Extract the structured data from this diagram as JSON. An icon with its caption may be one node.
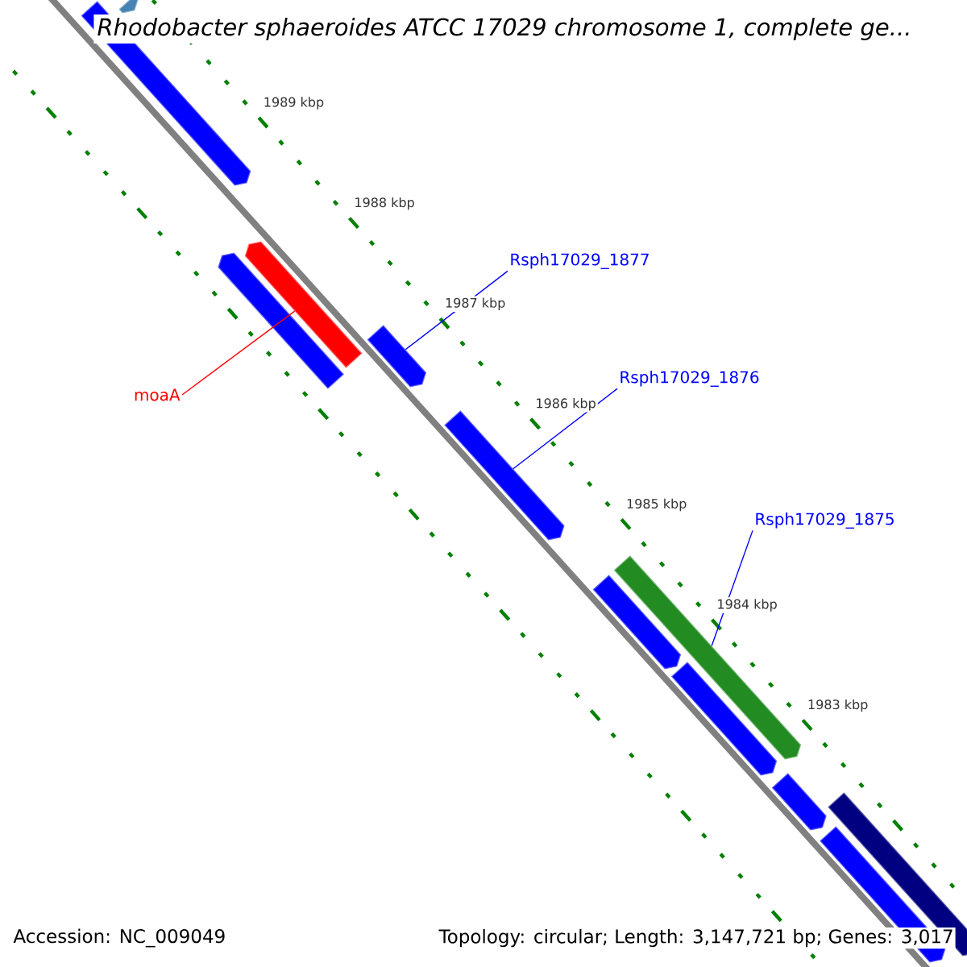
{
  "diagram": {
    "title": "Rhodobacter sphaeroides ATCC 17029 chromosome 1, complete ge...",
    "nodes": [
      {
        "text": [
          "Rsph17029_1877"
        ]
      },
      {
        "text": [
          "moaA"
        ]
      },
      {
        "text": [
          "Rsph17029_1876"
        ]
      },
      {
        "text": [
          "Rsph17029_1875"
        ]
      },
      {
        "text": [],
        "shape": "arrow"
      },
      {
        "text": [],
        "shape": "arrow"
      },
      {
        "text": [],
        "shape": "arrow"
      },
      {
        "text": [],
        "shape": "arrow"
      },
      {
        "text": [],
        "shape": "arrow"
      },
      {
        "text": [],
        "shape": "arrow"
      },
      {
        "text": [],
        "shape": "arrow"
      },
      {
        "text": [],
        "shape": "arrow"
      },
      {
        "text": [],
        "shape": "arrow"
      },
      {
        "text": [],
        "shape": "arrow"
      },
      {
        "text": [],
        "shape": "arrow"
      },
      {
        "text": [],
        "shape": "arrow"
      }
    ],
    "edges": [
      {
        "from": 0,
        "to": 8,
        "arrow": "none"
      },
      {
        "from": 1,
        "to": 6,
        "arrow": "none",
        "color": "#ff0000"
      },
      {
        "from": 2,
        "to": 9,
        "arrow": "none"
      },
      {
        "from": 3,
        "to": 10,
        "arrow": "none"
      }
    ],
    "labels": [
      "1989 kbp",
      "1988 kbp",
      "1987 kbp",
      "1986 kbp",
      "1985 kbp",
      "1984 kbp",
      "1983 kbp",
      "Accession: NC_009049",
      "Topology: circular; Length: 3,147,721 bp; Genes: 3,017"
    ]
  }
}
